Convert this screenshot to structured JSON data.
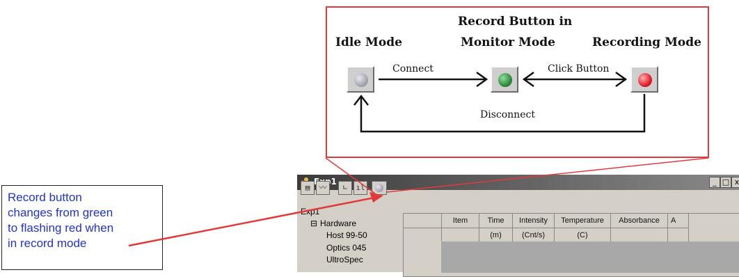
{
  "callout": {
    "center_title_line1": "Record Button in",
    "center_title_line2": "Monitor Mode",
    "idle_title": "Idle Mode",
    "recording_title": "Recording Mode",
    "connect": "Connect",
    "click_button": "Click Button",
    "disconnect": "Disconnect"
  },
  "note": {
    "line1": "Record button",
    "line2": "changes from green",
    "line3": "to flashing red when",
    "line4": "in record mode"
  },
  "window": {
    "title": "Exp1",
    "controls": [
      "_",
      "□",
      "x"
    ],
    "tree": [
      "Exp1",
      "Hardware",
      "Host 99-50",
      "Optics 045",
      "UltroSpec"
    ],
    "tree_expander": "⊟",
    "columns": [
      "Item",
      "Time",
      "Intensity",
      "Temperature",
      "Absorbance",
      "A"
    ],
    "units": [
      "",
      "(m)",
      "(Cnt/s)",
      "(C)",
      "",
      ""
    ]
  },
  "colors": {
    "accent_red": "#e23a3a",
    "note_text": "#2233cc",
    "lamp_idle": "#a8a8b4",
    "lamp_monitor": "#2e8b3e",
    "lamp_record": "#e0202a"
  }
}
